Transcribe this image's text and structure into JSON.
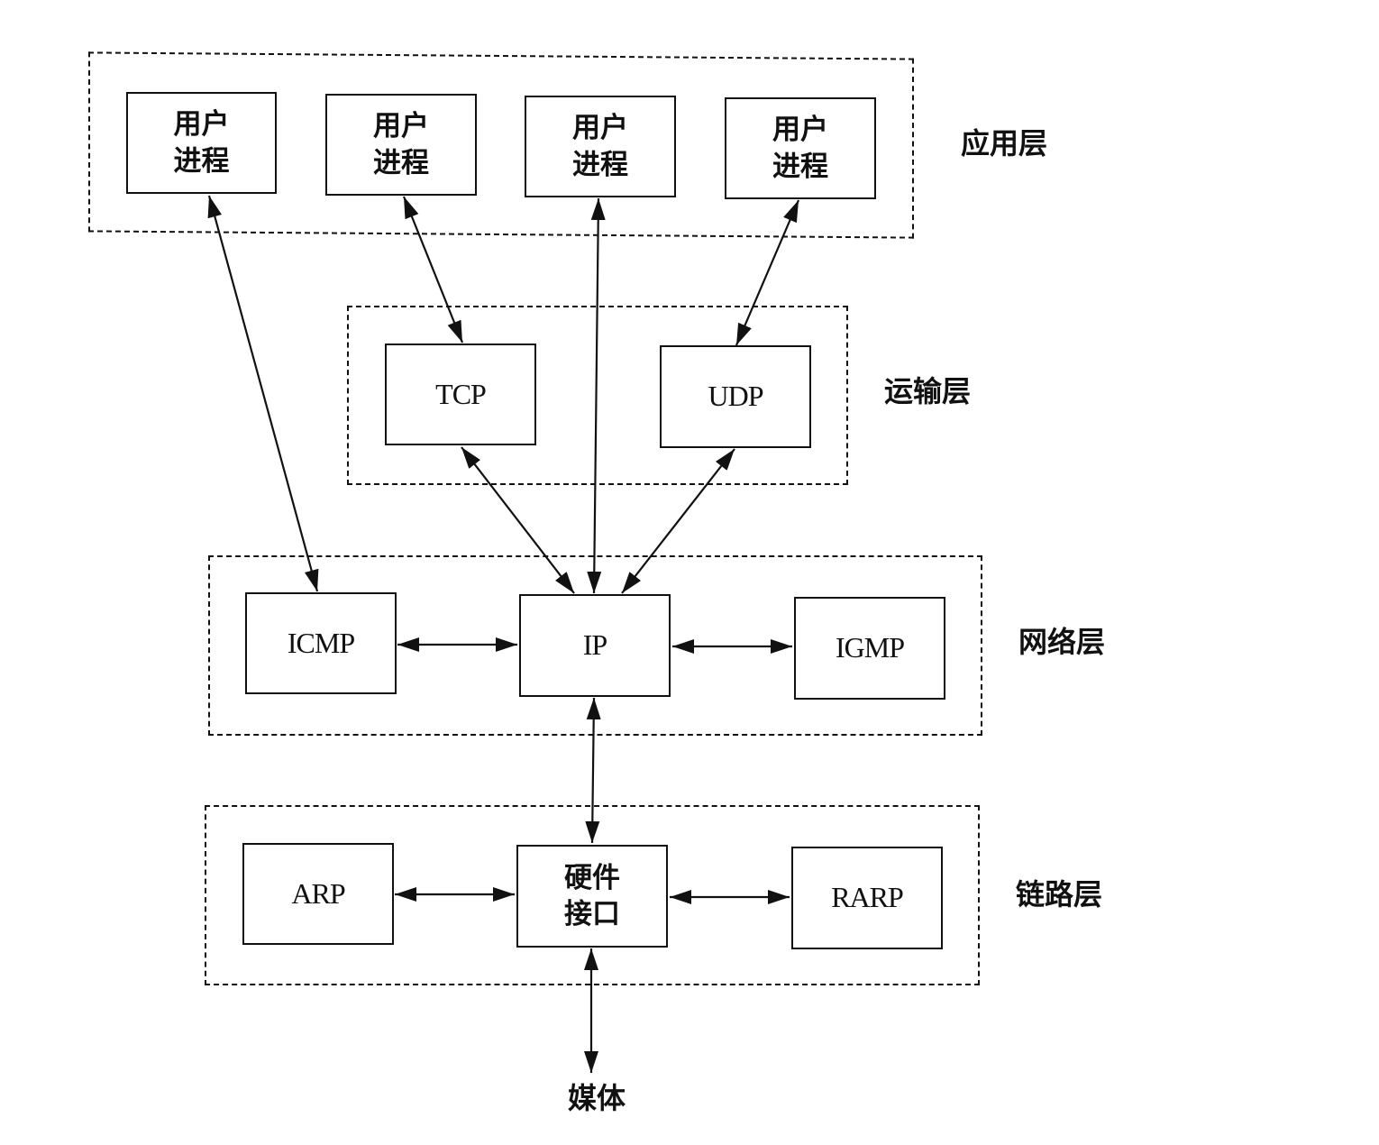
{
  "layers": {
    "application": {
      "label": "应用层"
    },
    "transport": {
      "label": "运输层"
    },
    "network": {
      "label": "网络层"
    },
    "link": {
      "label": "链路层"
    }
  },
  "nodes": {
    "user_process_1": {
      "line1": "用户",
      "line2": "进程"
    },
    "user_process_2": {
      "line1": "用户",
      "line2": "进程"
    },
    "user_process_3": {
      "line1": "用户",
      "line2": "进程"
    },
    "user_process_4": {
      "line1": "用户",
      "line2": "进程"
    },
    "tcp": {
      "label": "TCP"
    },
    "udp": {
      "label": "UDP"
    },
    "icmp": {
      "label": "ICMP"
    },
    "ip": {
      "label": "IP"
    },
    "igmp": {
      "label": "IGMP"
    },
    "arp": {
      "label": "ARP"
    },
    "hw_interface": {
      "line1": "硬件",
      "line2": "接口"
    },
    "rarp": {
      "label": "RARP"
    }
  },
  "media": {
    "label": "媒体"
  },
  "connections": [
    {
      "from": "user_process_1",
      "to": "icmp",
      "bidirectional": true
    },
    {
      "from": "user_process_2",
      "to": "tcp",
      "bidirectional": true
    },
    {
      "from": "user_process_3",
      "to": "ip",
      "bidirectional": true
    },
    {
      "from": "user_process_4",
      "to": "udp",
      "bidirectional": true
    },
    {
      "from": "tcp",
      "to": "ip",
      "bidirectional": true
    },
    {
      "from": "udp",
      "to": "ip",
      "bidirectional": true
    },
    {
      "from": "icmp",
      "to": "ip",
      "bidirectional": true
    },
    {
      "from": "ip",
      "to": "igmp",
      "bidirectional": true
    },
    {
      "from": "ip",
      "to": "hw_interface",
      "bidirectional": true
    },
    {
      "from": "arp",
      "to": "hw_interface",
      "bidirectional": true
    },
    {
      "from": "hw_interface",
      "to": "rarp",
      "bidirectional": true
    },
    {
      "from": "hw_interface",
      "to": "media",
      "bidirectional": true
    }
  ]
}
